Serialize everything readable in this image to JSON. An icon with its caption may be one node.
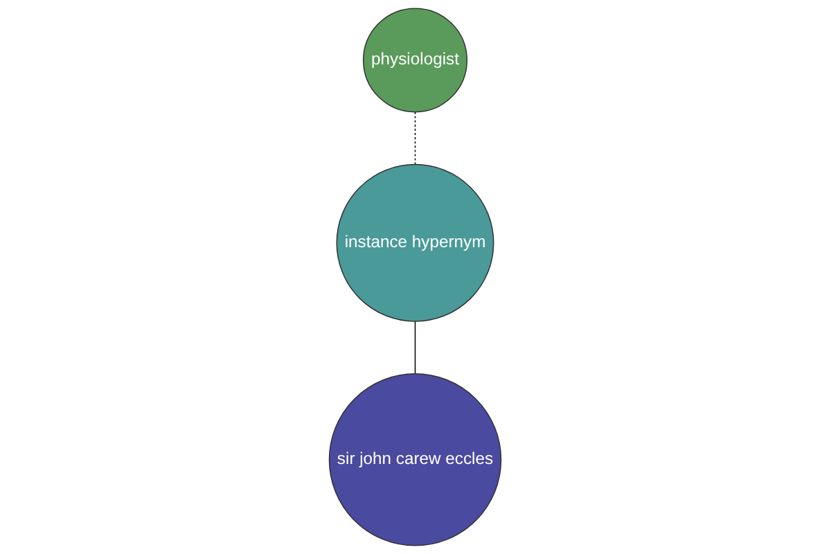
{
  "diagram": {
    "nodes": [
      {
        "text": [
          "physiologist"
        ]
      },
      {
        "text": [
          "instance hypernym"
        ]
      },
      {
        "text": [
          "sir john carew eccles"
        ]
      }
    ],
    "edges": [
      {
        "from": 2,
        "to": 1,
        "arrow": "none"
      },
      {
        "from": 1,
        "to": 0,
        "arrow": "none",
        "style": "dashed"
      }
    ]
  }
}
